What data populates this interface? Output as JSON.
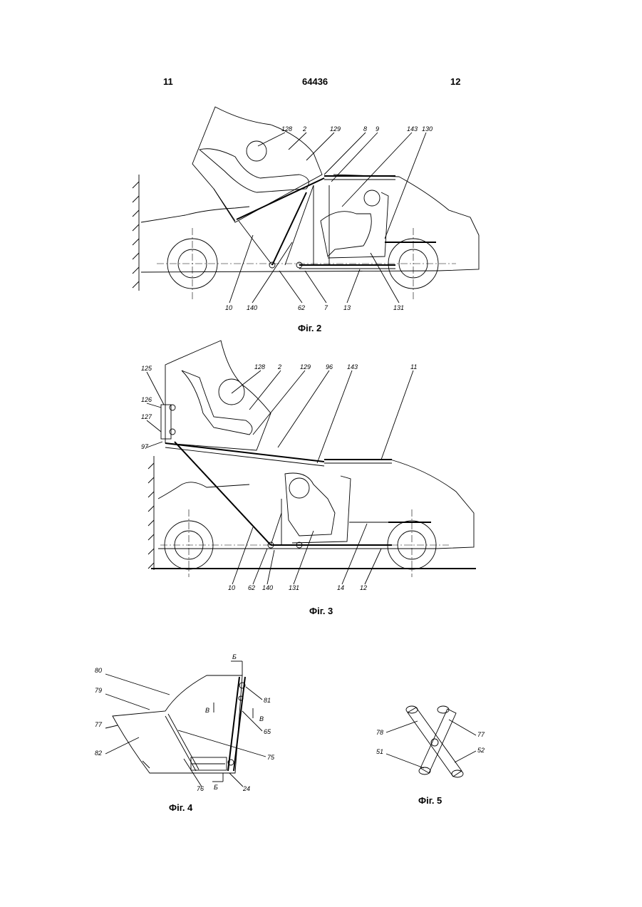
{
  "header": {
    "page_left": "11",
    "patent_number": "64436",
    "page_right": "12"
  },
  "figures": {
    "fig2": {
      "caption": "Фіг. 2",
      "labels": [
        "128",
        "2",
        "129",
        "8",
        "9",
        "143",
        "130",
        "10",
        "140",
        "62",
        "7",
        "13",
        "131"
      ]
    },
    "fig3": {
      "caption": "Фіг. 3",
      "labels": [
        "125",
        "128",
        "2",
        "129",
        "96",
        "143",
        "11",
        "126",
        "127",
        "97",
        "10",
        "62",
        "140",
        "131",
        "14",
        "12"
      ]
    },
    "fig4": {
      "caption": "Фіг. 4",
      "labels": [
        "80",
        "79",
        "77",
        "82",
        "Б",
        "81",
        "В",
        "В",
        "65",
        "75",
        "76",
        "Б",
        "24"
      ]
    },
    "fig5": {
      "caption": "Фіг. 5",
      "labels": [
        "78",
        "77",
        "51",
        "52"
      ]
    }
  }
}
